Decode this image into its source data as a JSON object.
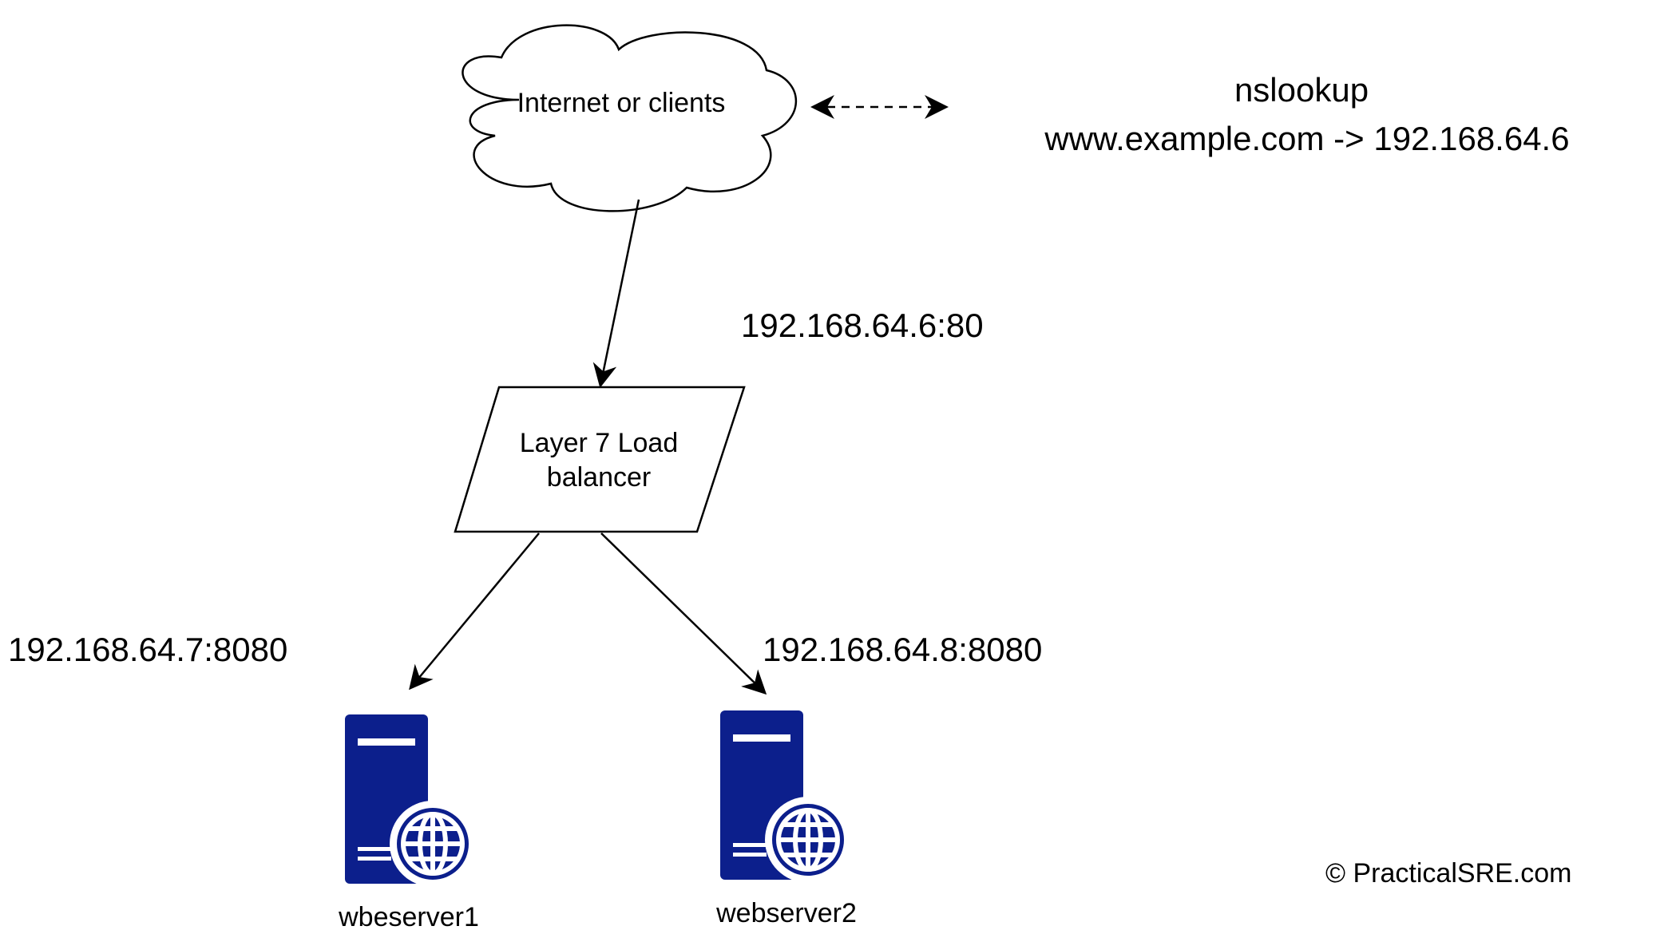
{
  "nodes": {
    "cloud": {
      "label": "Internet or clients"
    },
    "load_balancer": {
      "line1": "Layer 7 Load",
      "line2": "balancer"
    },
    "server1": {
      "label": "wbeserver1",
      "icon": "web-server-icon"
    },
    "server2": {
      "label": "webserver2",
      "icon": "web-server-icon"
    }
  },
  "annotations": {
    "nslookup_title": "nslookup",
    "nslookup_mapping": "www.example.com -> 192.168.64.6",
    "lb_address": "192.168.64.6:80",
    "server1_address": "192.168.64.7:8080",
    "server2_address": "192.168.64.8:8080"
  },
  "footer": {
    "copyright": "© PracticalSRE.com"
  },
  "colors": {
    "server_fill": "#0c1f8c",
    "stroke": "#000000",
    "background": "#ffffff"
  }
}
